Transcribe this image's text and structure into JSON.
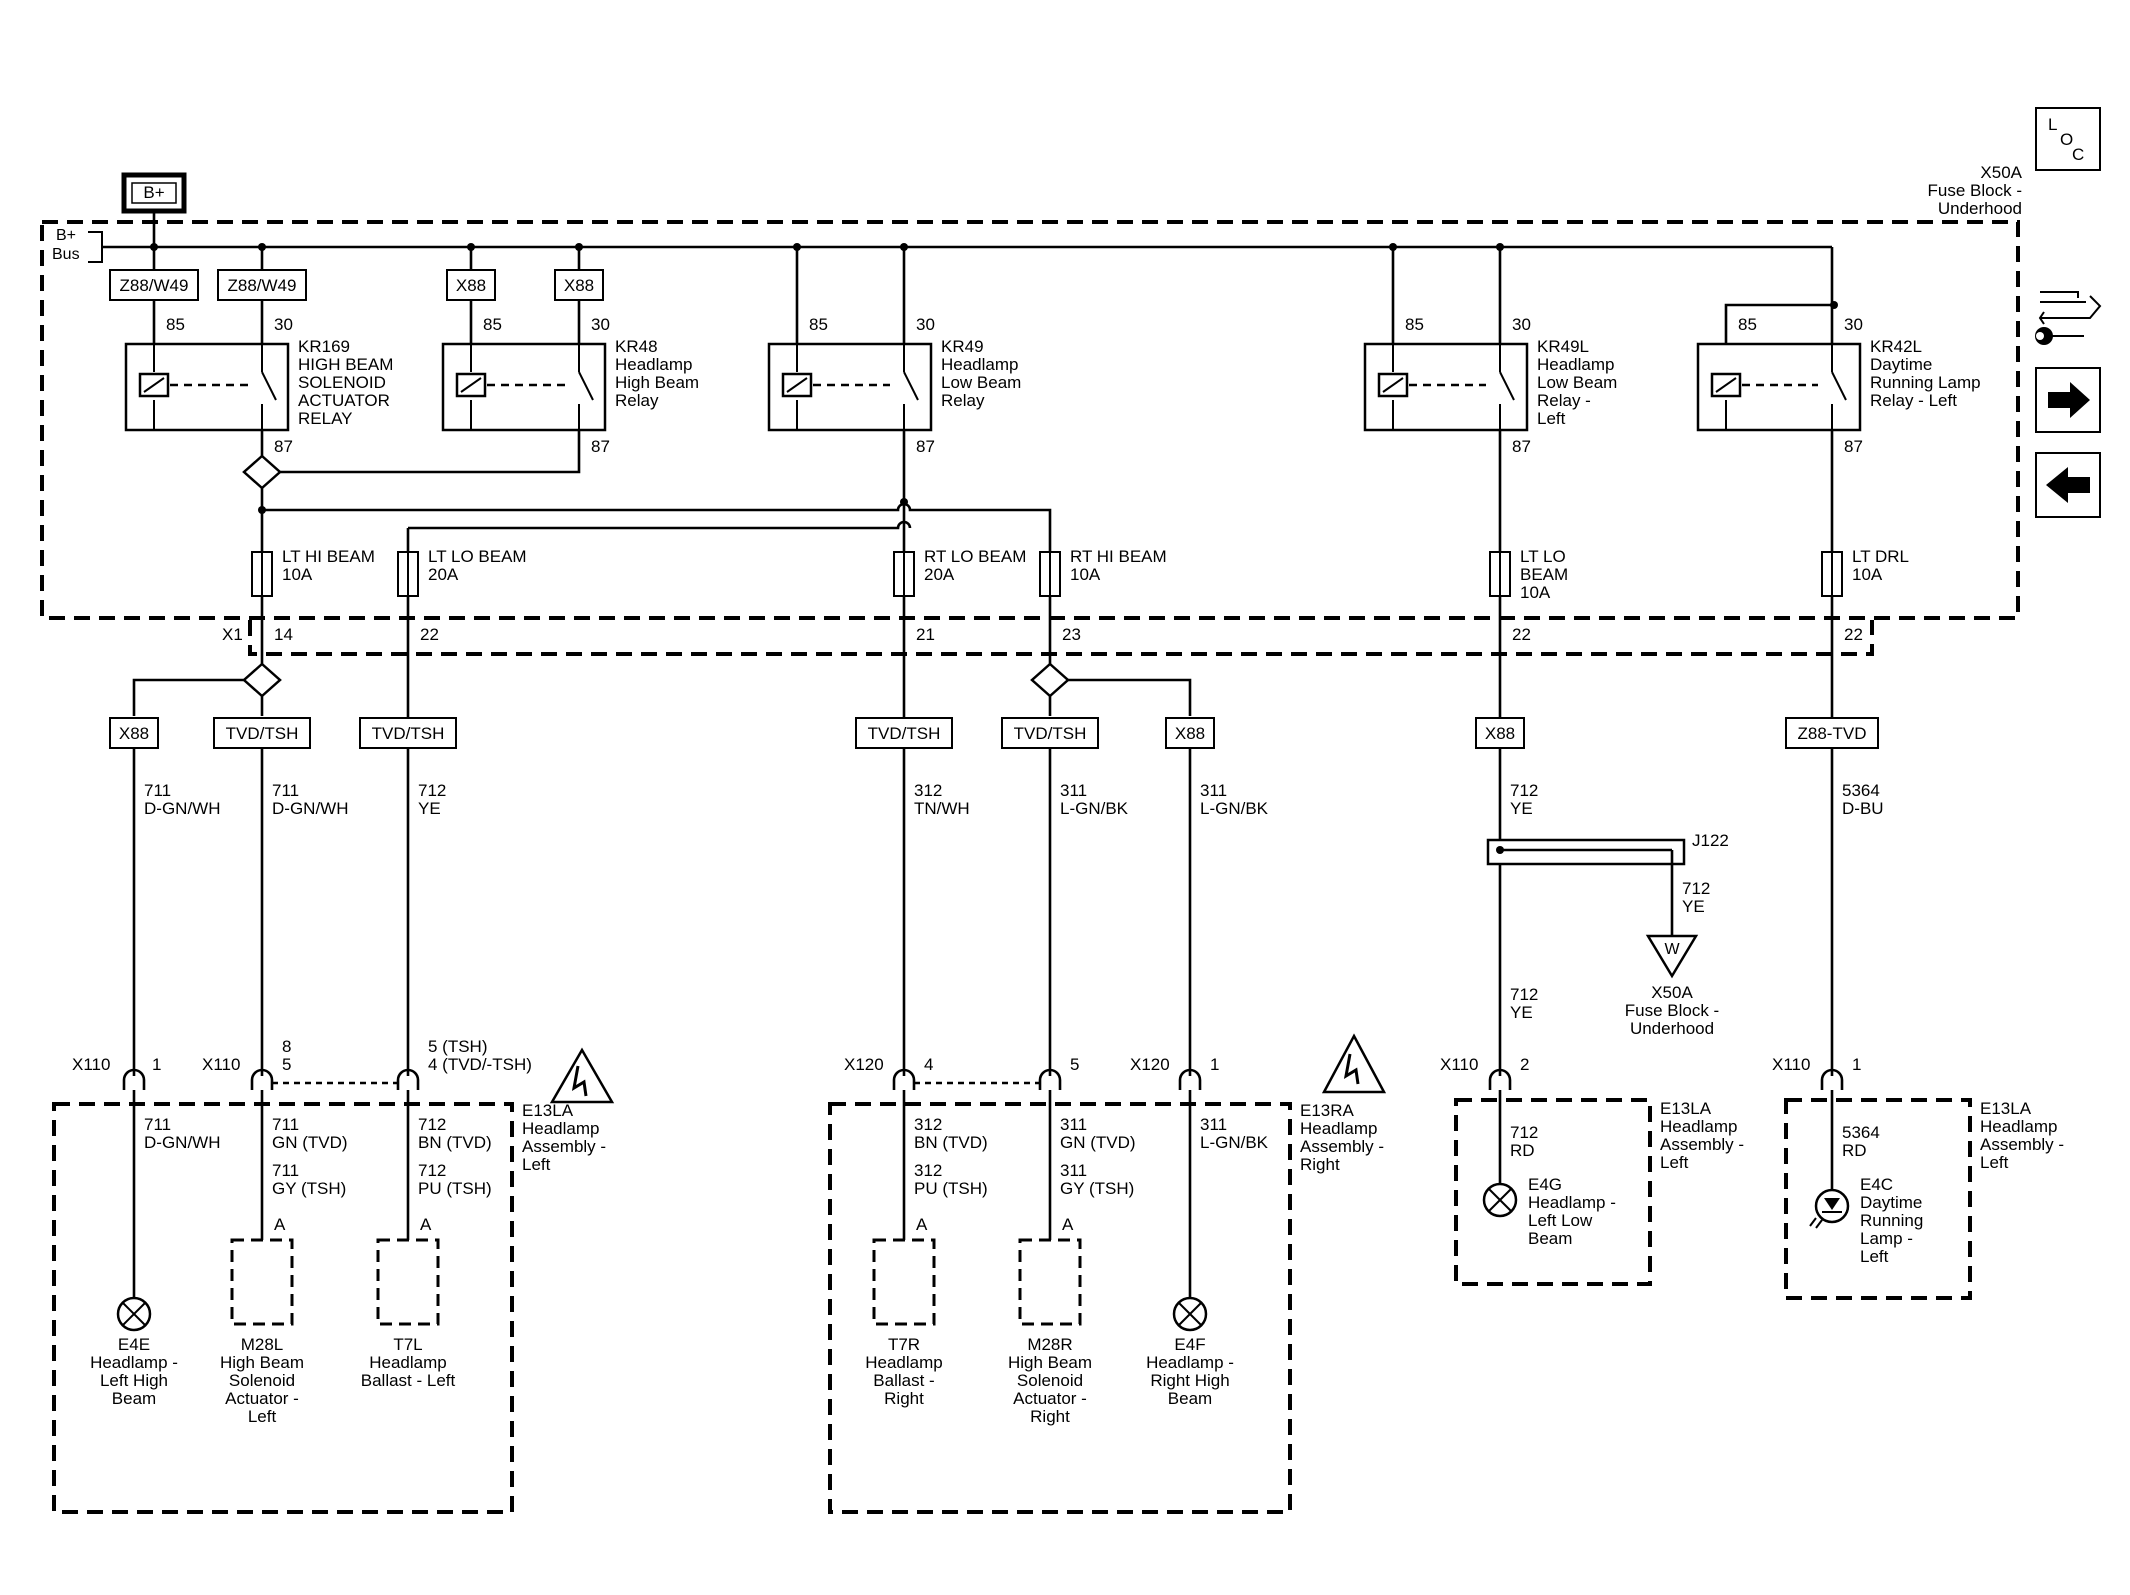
{
  "header": {
    "bplus": "B+",
    "loc": [
      "L",
      "O",
      "C"
    ],
    "fuse_block": [
      "X50A",
      "Fuse Block -",
      "Underhood"
    ],
    "bus": [
      "B+",
      "Bus"
    ]
  },
  "relays": [
    {
      "name": [
        "KR169",
        "HIGH BEAM",
        "SOLENOID",
        "ACTUATOR",
        "RELAY"
      ],
      "option": "Z88/W49",
      "option85": "Z88/W49"
    },
    {
      "name": [
        "KR48",
        "Headlamp",
        "High Beam",
        "Relay"
      ],
      "option": "X88",
      "option85": "X88"
    },
    {
      "name": [
        "KR49",
        "Headlamp",
        "Low Beam",
        "Relay"
      ]
    },
    {
      "name": [
        "KR49L",
        "Headlamp",
        "Low Beam",
        "Relay -",
        "Left"
      ]
    },
    {
      "name": [
        "KR42L",
        "Daytime",
        "Running Lamp",
        "Relay - Left"
      ]
    }
  ],
  "pins": {
    "p85": "85",
    "p30": "30",
    "p87": "87"
  },
  "fuses": [
    {
      "name": "LT HI BEAM",
      "rating": "10A",
      "pin": "14"
    },
    {
      "name": "LT LO BEAM",
      "rating": "20A",
      "pin": "22"
    },
    {
      "name": "RT LO BEAM",
      "rating": "20A",
      "pin": "21"
    },
    {
      "name": "RT HI BEAM",
      "rating": "10A",
      "pin": "23"
    },
    {
      "name": [
        "LT LO",
        "BEAM",
        "10A"
      ],
      "pin": "22"
    },
    {
      "name": "LT DRL",
      "rating": "10A",
      "pin": "22"
    }
  ],
  "x1": "X1",
  "options": [
    "X88",
    "TVD/TSH",
    "TVD/TSH",
    "TVD/TSH",
    "TVD/TSH",
    "X88",
    "X88",
    "Z88-TVD"
  ],
  "wires": [
    [
      "711",
      "D-GN/WH"
    ],
    [
      "711",
      "D-GN/WH"
    ],
    [
      "712",
      "YE"
    ],
    [
      "312",
      "TN/WH"
    ],
    [
      "311",
      "L-GN/BK"
    ],
    [
      "311",
      "L-GN/BK"
    ],
    [
      "712",
      "YE"
    ],
    [
      "5364",
      "D-BU"
    ]
  ],
  "splice": {
    "name": "J122",
    "wire": [
      "712",
      "YE"
    ],
    "ground": "W",
    "dest": [
      "X50A",
      "Fuse Block -",
      "Underhood"
    ],
    "wire_after": [
      "712",
      "YE"
    ]
  },
  "connectors": {
    "x110": "X110",
    "x120": "X120",
    "c1_pin": "1",
    "c2_pins": [
      "8",
      "5"
    ],
    "c3_pins": [
      "5 (TSH)",
      "4 (TVD/-TSH)"
    ],
    "c4_pin": "4",
    "c5_pin": "5",
    "c6_pin": "1",
    "c7_pin": "2",
    "c8_pin": "1"
  },
  "assemblies": {
    "left": [
      "E13LA",
      "Headlamp",
      "Assembly -",
      "Left"
    ],
    "right": [
      "E13RA",
      "Headlamp",
      "Assembly -",
      "Right"
    ]
  },
  "inner_wires": {
    "w1": [
      "711",
      "D-GN/WH"
    ],
    "w2a": [
      "711",
      "GN  (TVD)"
    ],
    "w2b": [
      "711",
      "GY  (TSH)"
    ],
    "w3a": [
      "712",
      "BN  (TVD)"
    ],
    "w3b": [
      "712",
      "PU  (TSH)"
    ],
    "w4a": [
      "312",
      "BN  (TVD)"
    ],
    "w4b": [
      "312",
      "PU  (TSH)"
    ],
    "w5a": [
      "311",
      "GN  (TVD)"
    ],
    "w5b": [
      "311",
      "GY  (TSH)"
    ],
    "w6": [
      "311",
      "L-GN/BK"
    ],
    "w7": [
      "712",
      "RD"
    ],
    "w8": [
      "5364",
      "RD"
    ],
    "pinA": "A"
  },
  "components": {
    "e4e": [
      "E4E",
      "Headlamp -",
      "Left High",
      "Beam"
    ],
    "m28l": [
      "M28L",
      "High Beam",
      "Solenoid",
      "Actuator -",
      "Left"
    ],
    "t7l": [
      "T7L",
      "Headlamp",
      "Ballast - Left"
    ],
    "t7r": [
      "T7R",
      "Headlamp",
      "Ballast -",
      "Right"
    ],
    "m28r": [
      "M28R",
      "High Beam",
      "Solenoid",
      "Actuator -",
      "Right"
    ],
    "e4f": [
      "E4F",
      "Headlamp -",
      "Right High",
      "Beam"
    ],
    "e4g": [
      "E4G",
      "Headlamp -",
      "Left Low",
      "Beam"
    ],
    "e4c": [
      "E4C",
      "Daytime",
      "Running",
      "Lamp -",
      "Left"
    ]
  }
}
